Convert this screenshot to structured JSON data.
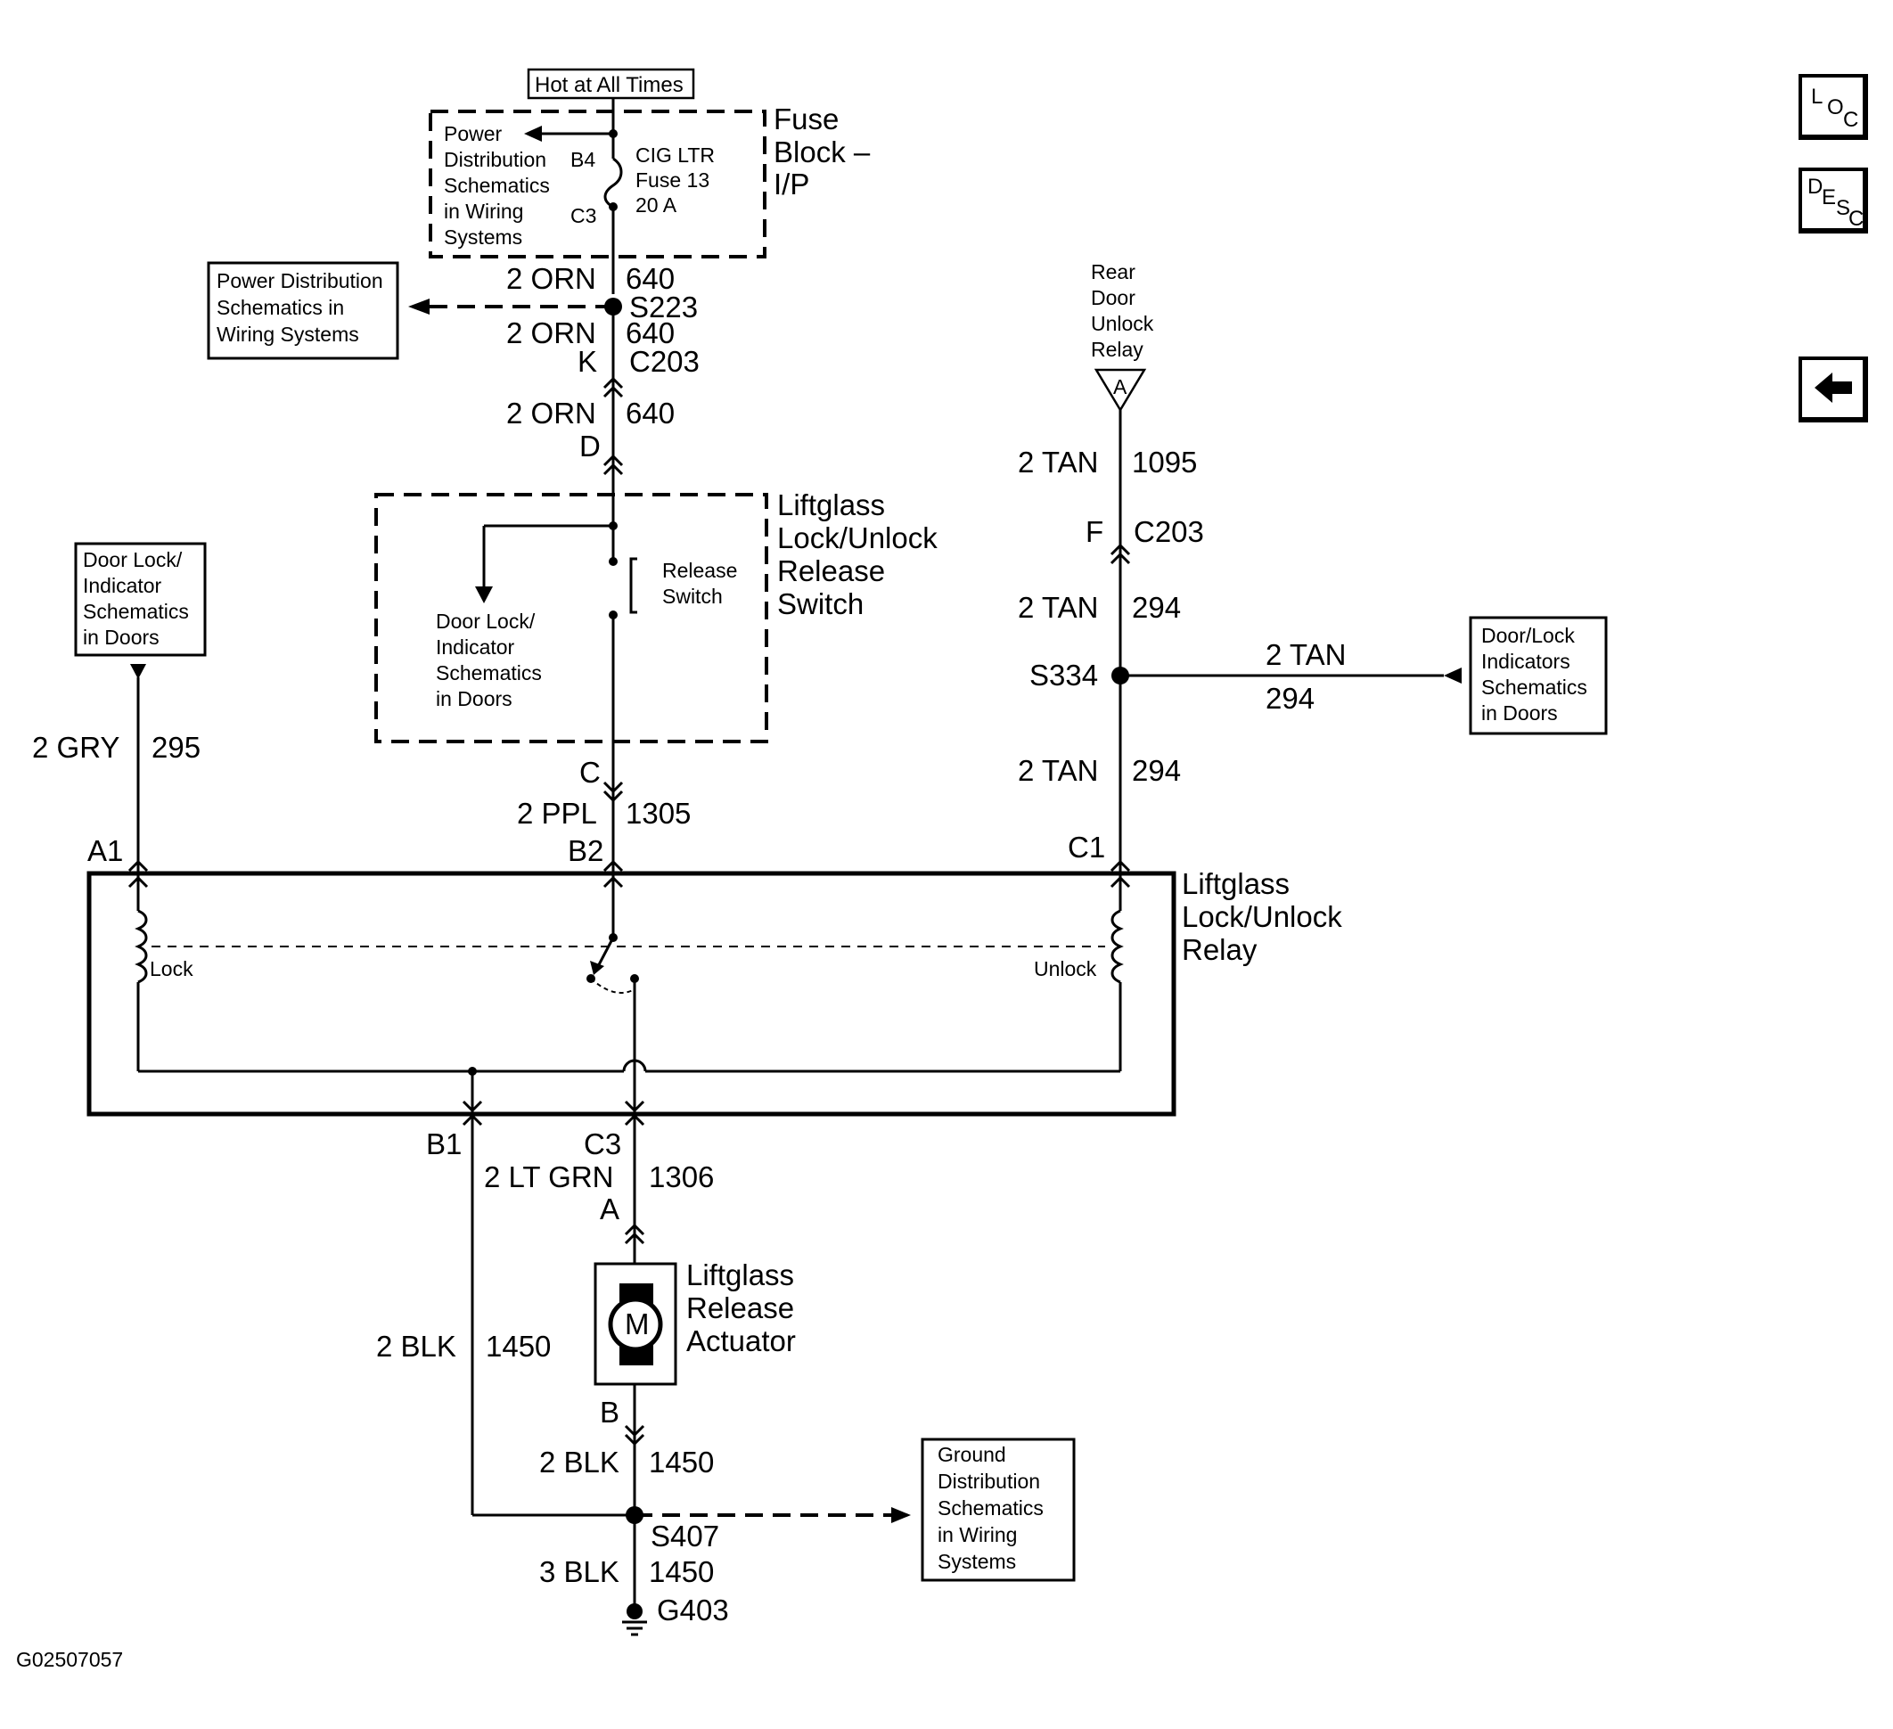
{
  "diagram": {
    "hot_label": "Hot at All Times",
    "fuse_block": {
      "title": [
        "Fuse",
        "Block –",
        "I/P"
      ],
      "fuse": [
        "CIG LTR",
        "Fuse 13",
        "20 A"
      ],
      "pin_top": "B4",
      "pin_bottom": "C3",
      "ref": [
        "Power",
        "Distribution",
        "Schematics",
        "in Wiring",
        "Systems"
      ]
    },
    "power_ref": [
      "Power Distribution",
      "Schematics in",
      "Wiring Systems"
    ],
    "wire_labels": {
      "orn1": "2 ORN",
      "orn1_num": "640",
      "s223": "S223",
      "orn2": "2 ORN",
      "orn2_num": "640",
      "k": "K",
      "c203": "C203",
      "orn3": "2 ORN",
      "orn3_num": "640",
      "d": "D",
      "c_pin": "C",
      "ppl": "2 PPL",
      "ppl_num": "1305",
      "b2": "B2",
      "a1": "A1",
      "gry": "2 GRY",
      "gry_num": "295",
      "tan1": "2 TAN",
      "tan1_num": "1095",
      "f": "F",
      "c203b": "C203",
      "tan2": "2 TAN",
      "tan2_num": "294",
      "s334": "S334",
      "tan3": "2 TAN",
      "tan3_num": "294",
      "tan4": "2 TAN",
      "tan4_num": "294",
      "c1": "C1",
      "b1": "B1",
      "c3": "C3",
      "ltgrn": "2 LT GRN",
      "ltgrn_num": "1306",
      "a_pin": "A",
      "blk1": "2 BLK",
      "blk1_num": "1450",
      "b_pin": "B",
      "blk2": "2 BLK",
      "blk2_num": "1450",
      "s407": "S407",
      "blk3": "3 BLK",
      "blk3_num": "1450",
      "g403": "G403"
    },
    "switch": {
      "title": [
        "Liftglass",
        "Lock/Unlock",
        "Release",
        "Switch"
      ],
      "release": [
        "Release",
        "Switch"
      ],
      "ref": [
        "Door Lock/",
        "Indicator",
        "Schematics",
        "in Doors"
      ]
    },
    "door_lock_ref_left": [
      "Door Lock/",
      "Indicator",
      "Schematics",
      "in Doors"
    ],
    "rear_relay": {
      "label": [
        "Rear",
        "Door",
        "Unlock",
        "Relay"
      ],
      "marker": "A"
    },
    "door_lock_ref_right": [
      "Door/Lock",
      "Indicators",
      "Schematics",
      "in Doors"
    ],
    "relay": {
      "title": [
        "Liftglass",
        "Lock/Unlock",
        "Relay"
      ],
      "lock": "Lock",
      "unlock": "Unlock"
    },
    "actuator": {
      "title": [
        "Liftglass",
        "Release",
        "Actuator"
      ],
      "motor": "M"
    },
    "ground_ref": [
      "Ground",
      "Distribution",
      "Schematics",
      "in Wiring",
      "Systems"
    ],
    "figure_id": "G02507057"
  },
  "nav": {
    "loc": [
      "L",
      "O",
      "C"
    ],
    "desc": [
      "D",
      "E",
      "S",
      "C"
    ],
    "back_icon": "left-arrow-icon"
  }
}
